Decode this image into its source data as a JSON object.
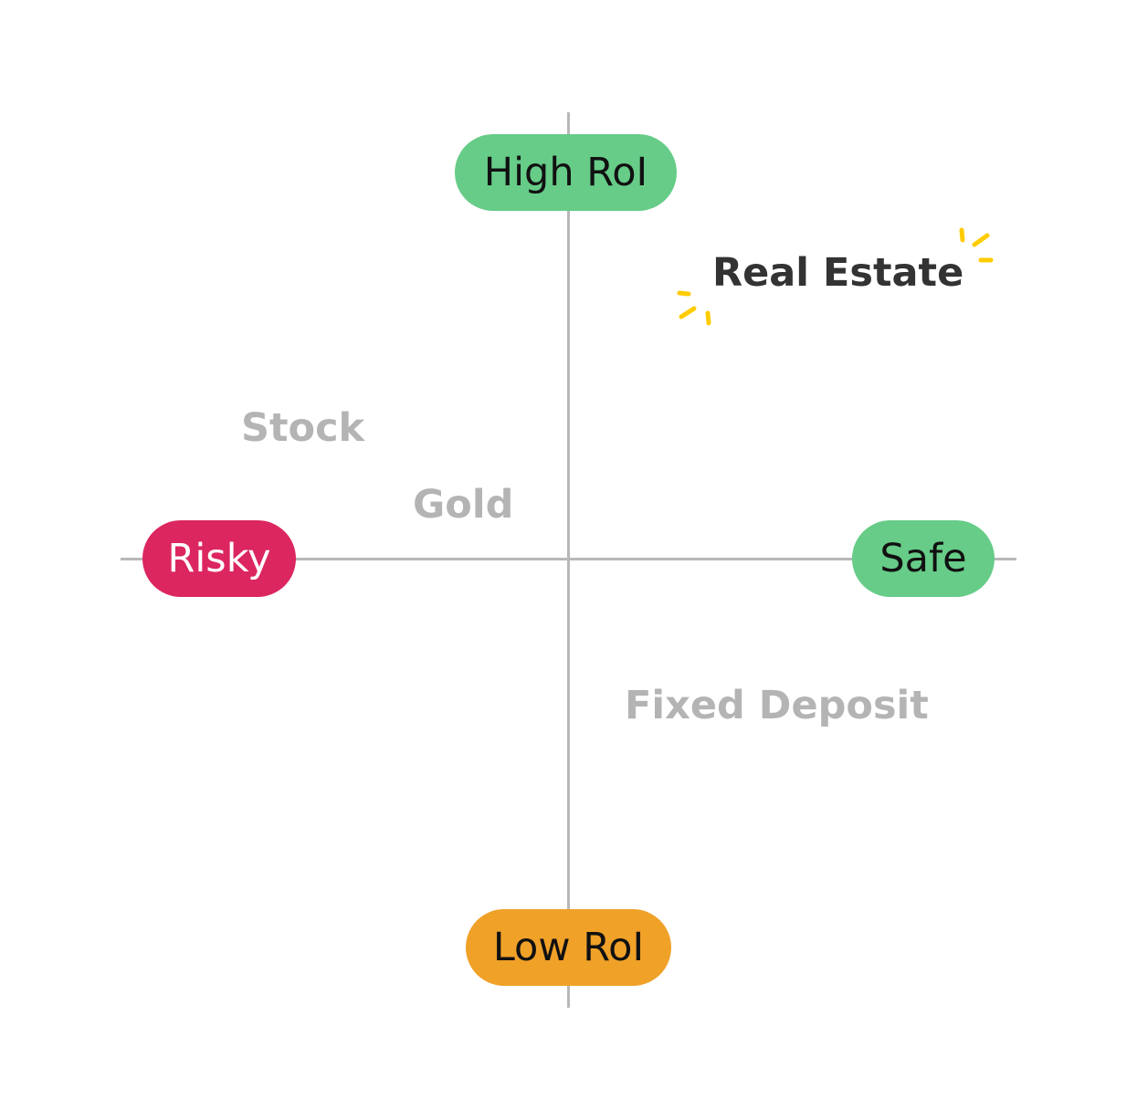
{
  "axes": {
    "top_label": "High RoI",
    "bottom_label": "Low RoI",
    "left_label": "Risky",
    "right_label": "Safe"
  },
  "items": {
    "stock": "Stock",
    "gold": "Gold",
    "fixed_deposit": "Fixed Deposit",
    "real_estate": "Real Estate"
  },
  "colors": {
    "high_roi": "#66cc88",
    "low_roi": "#f0a128",
    "risky": "#dc2660",
    "safe": "#66cc88",
    "sparkle": "#ffcc00",
    "axis": "#b8b8b8"
  },
  "icons": {
    "highlight": "sparkle-icon"
  }
}
